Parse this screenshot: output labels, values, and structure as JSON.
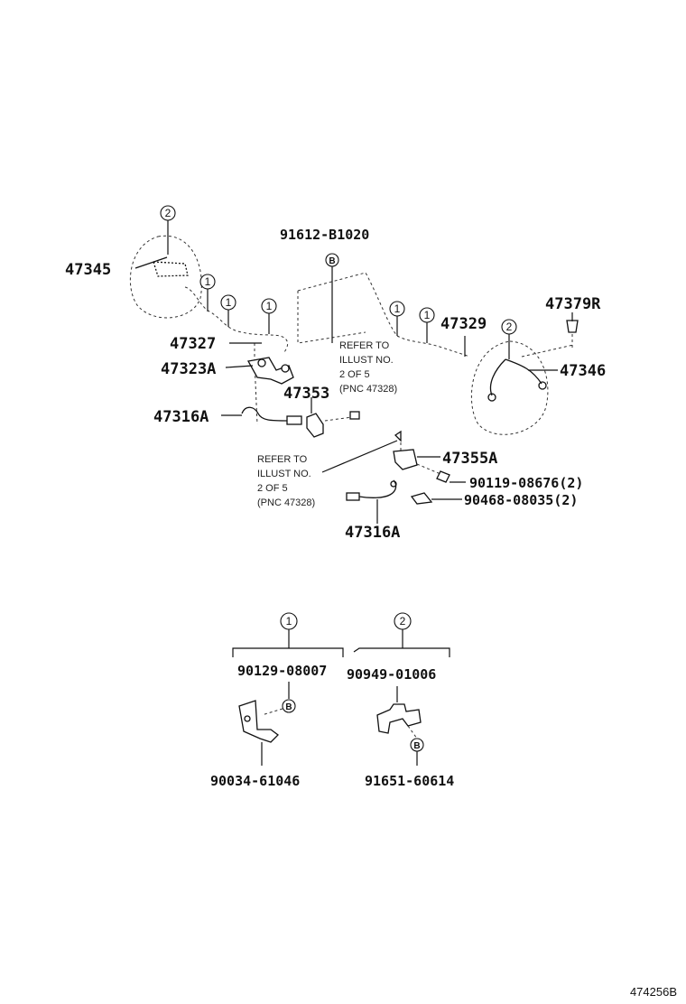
{
  "parts": {
    "p47345": "47345",
    "p91612": "91612-B1020",
    "p47379R": "47379R",
    "p47329": "47329",
    "p47327": "47327",
    "p47323A": "47323A",
    "p47346": "47346",
    "p47353": "47353",
    "p47316A_top": "47316A",
    "p47355A": "47355A",
    "p90119": "90119-08676(2)",
    "p90468": "90468-08035(2)",
    "p47316A_bottom": "47316A",
    "p90129": "90129-08007",
    "p90949": "90949-01006",
    "p90034": "90034-61046",
    "p91651": "91651-60614"
  },
  "notes": {
    "refer_right": [
      "REFER TO",
      "ILLUST NO.",
      "2 OF 5",
      "(PNC 47328)"
    ],
    "refer_left": [
      "REFER TO",
      "ILLUST NO.",
      "2 OF 5",
      "(PNC 47328)"
    ]
  },
  "callouts": {
    "one": "1",
    "two": "2",
    "b": "B"
  },
  "figure_id": "474256B"
}
